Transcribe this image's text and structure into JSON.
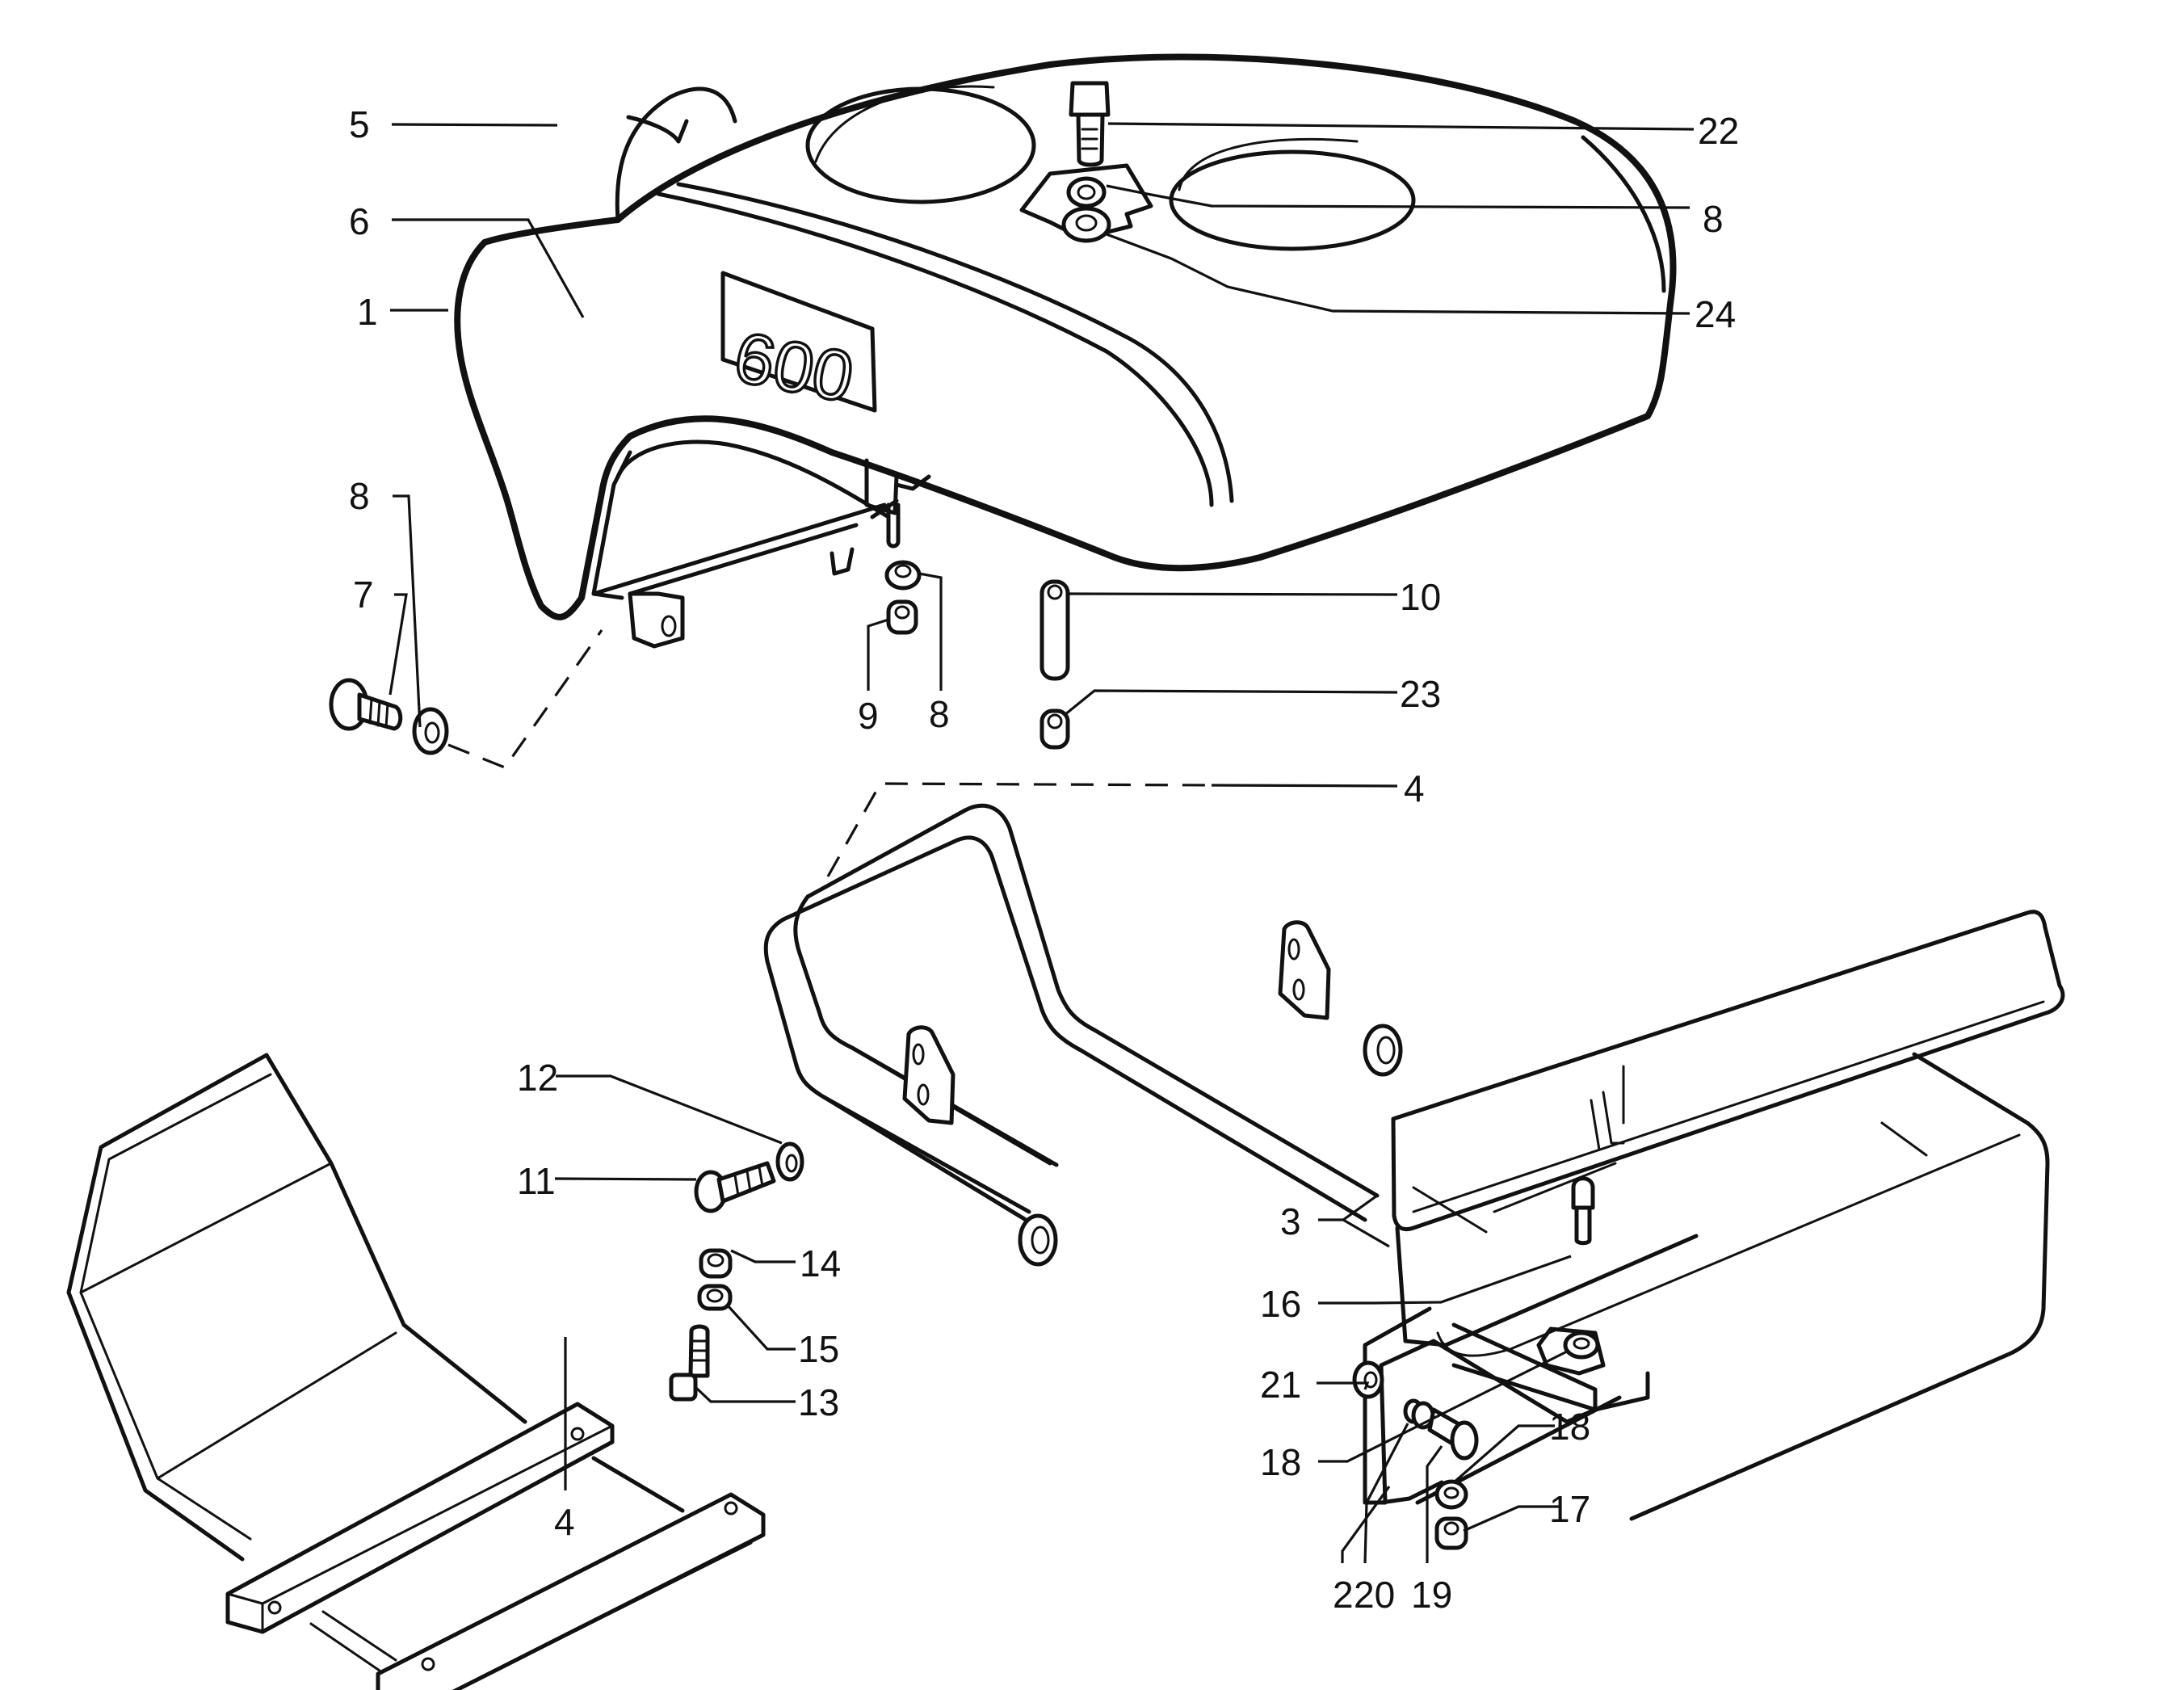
{
  "diagram": {
    "type": "exploded-parts-diagram",
    "subject": "Motorcycle fuel tank, crash bar, skid plate and tool box assembly",
    "badge_text": "600",
    "parts": [
      {
        "id": "tank",
        "callout": "1",
        "description": "Fuel tank"
      },
      {
        "id": "toolbox-bracket",
        "callout": "2",
        "description": "Tool box mounting bracket"
      },
      {
        "id": "toolbox",
        "callout": "3",
        "description": "Tool box with hinged lid"
      },
      {
        "id": "crash-bar",
        "callout": "4",
        "description": "Crash bar / engine guard"
      },
      {
        "id": "skid-plate",
        "callout": "4",
        "description": "Skid plate with mounting rails"
      },
      {
        "id": "knee-pad",
        "callout": "5",
        "description": "Knee pad"
      },
      {
        "id": "badge",
        "callout": "6",
        "description": "600 emblem"
      },
      {
        "id": "bolt-7",
        "callout": "7",
        "description": "Bolt"
      },
      {
        "id": "washer-8",
        "callout": "8",
        "description": "Washer"
      },
      {
        "id": "nut-9",
        "callout": "9",
        "description": "Nut"
      },
      {
        "id": "spacer-10",
        "callout": "10",
        "description": "Spacer"
      },
      {
        "id": "bolt-11",
        "callout": "11",
        "description": "Bolt"
      },
      {
        "id": "washer-12",
        "callout": "12",
        "description": "Washer"
      },
      {
        "id": "bolt-13",
        "callout": "13",
        "description": "Bolt"
      },
      {
        "id": "nut-14",
        "callout": "14",
        "description": "Nut"
      },
      {
        "id": "washer-15",
        "callout": "15",
        "description": "Washer"
      },
      {
        "id": "bolt-16",
        "callout": "16",
        "description": "Bolt"
      },
      {
        "id": "nut-17",
        "callout": "17",
        "description": "Nut"
      },
      {
        "id": "washer-18",
        "callout": "18",
        "description": "Washer"
      },
      {
        "id": "bolt-19",
        "callout": "19",
        "description": "Bolt"
      },
      {
        "id": "washer-20",
        "callout": "20",
        "description": "Washer"
      },
      {
        "id": "nut-21",
        "callout": "21",
        "description": "Nut"
      },
      {
        "id": "bolt-22",
        "callout": "22",
        "description": "Bolt"
      },
      {
        "id": "nut-23",
        "callout": "23",
        "description": "Nut"
      },
      {
        "id": "grommet-24",
        "callout": "24",
        "description": "Rubber grommet"
      }
    ],
    "callouts": {
      "c5": "5",
      "c6": "6",
      "c1": "1",
      "c22": "22",
      "c8_top": "8",
      "c24": "24",
      "c8_left": "8",
      "c7": "7",
      "c9": "9",
      "c8_mid": "8",
      "c10": "10",
      "c23": "23",
      "c4_bar": "4",
      "c12": "12",
      "c11": "11",
      "c14": "14",
      "c15": "15",
      "c13": "13",
      "c4_skid": "4",
      "c3": "3",
      "c16": "16",
      "c21": "21",
      "c18_left": "18",
      "c2": "2",
      "c20": "20",
      "c19": "19",
      "c18_right": "18",
      "c17": "17"
    }
  }
}
